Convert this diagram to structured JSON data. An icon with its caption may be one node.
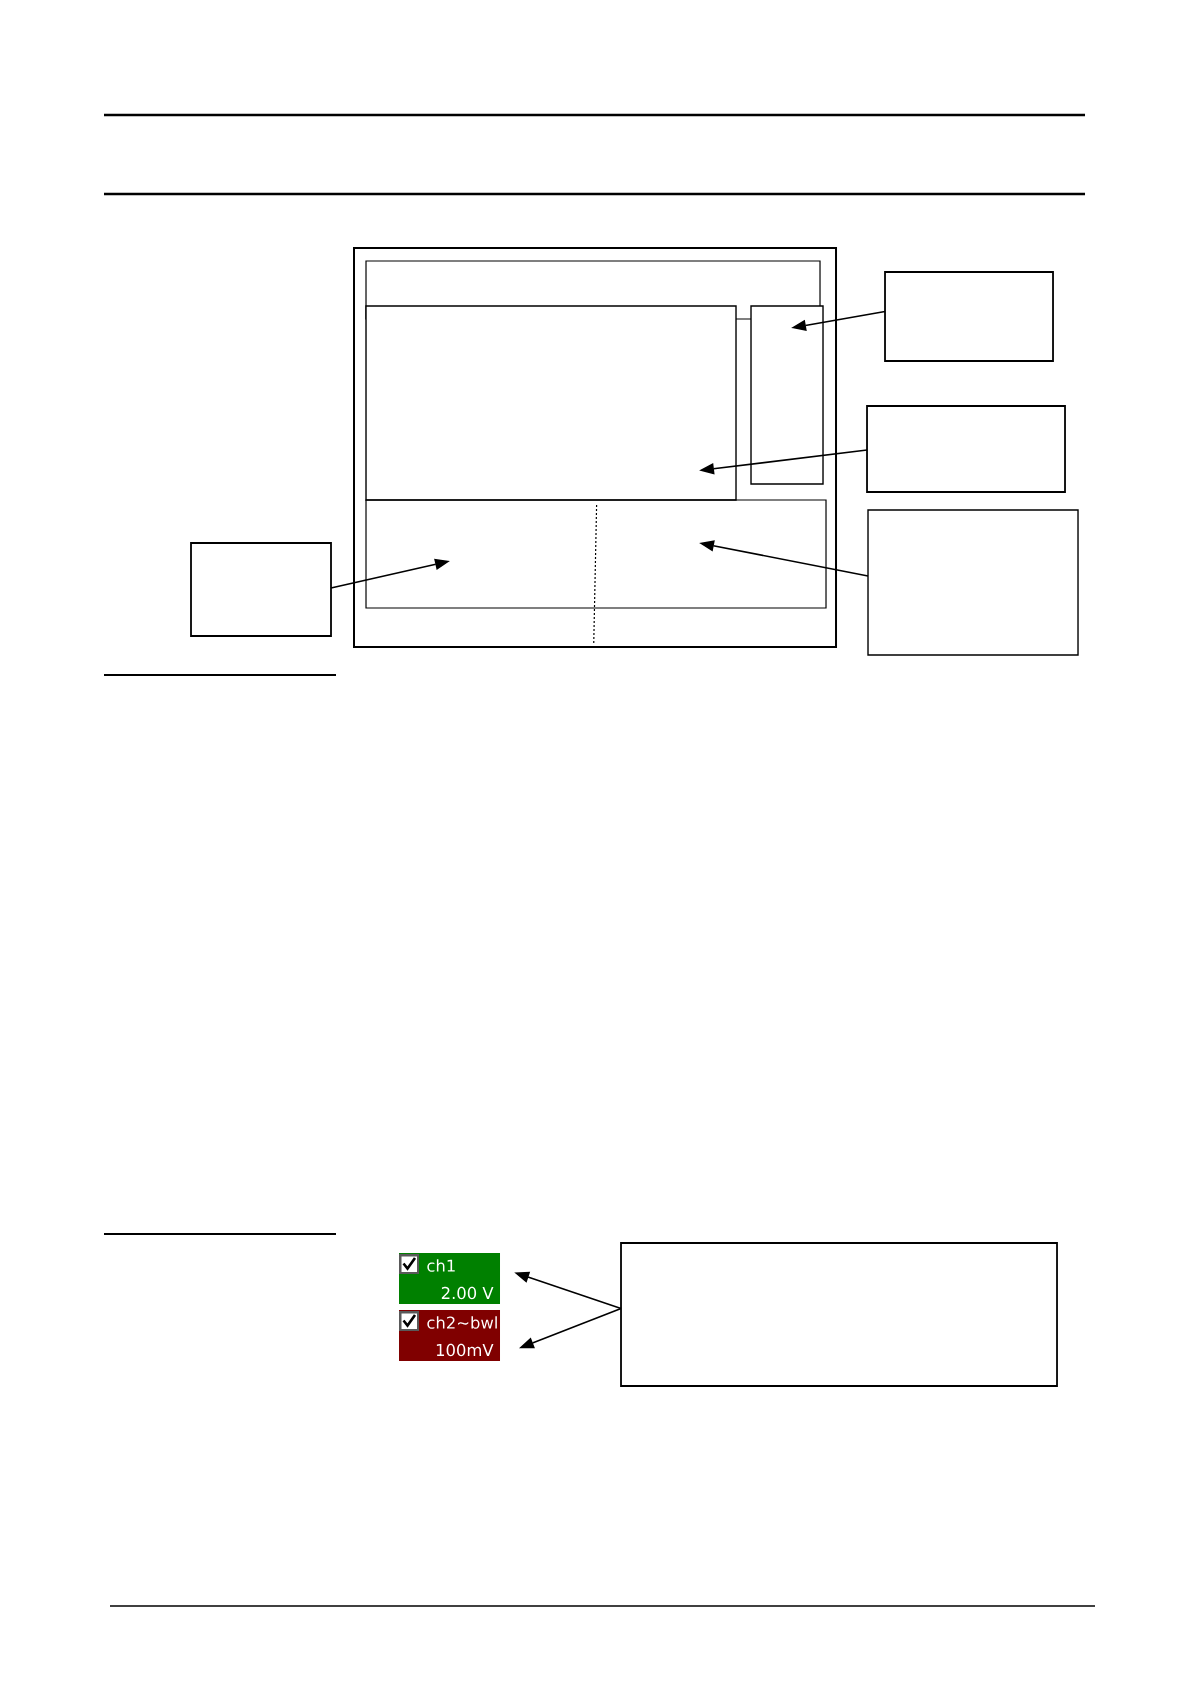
{
  "diagram": {
    "nodes": [
      {
        "text": [],
        "shape": "box"
      },
      {
        "text": [],
        "shape": "box",
        "in": 0
      },
      {
        "text": [],
        "shape": "box",
        "in": 0
      },
      {
        "text": [],
        "shape": "box",
        "in": 0
      },
      {
        "text": [],
        "shape": "box",
        "in": 0
      },
      {
        "text": [],
        "shape": "box"
      },
      {
        "text": [],
        "shape": "box"
      },
      {
        "text": [],
        "shape": "box"
      },
      {
        "text": [],
        "shape": "box"
      },
      {
        "text": [
          "ch1",
          "2.00 V"
        ]
      },
      {
        "text": [
          "ch2~bwl",
          "100mV"
        ]
      },
      {
        "text": [],
        "shape": "box"
      }
    ],
    "edges": [
      {
        "from": 5,
        "to": 3,
        "arrow": "to"
      },
      {
        "from": 6,
        "to": 2,
        "arrow": "to"
      },
      {
        "from": 7,
        "to": 4,
        "arrow": "to"
      },
      {
        "from": 8,
        "to": 4,
        "arrow": "to"
      },
      {
        "from": 11,
        "to": 9,
        "arrow": "to"
      },
      {
        "from": 11,
        "to": 10,
        "arrow": "to"
      }
    ]
  }
}
